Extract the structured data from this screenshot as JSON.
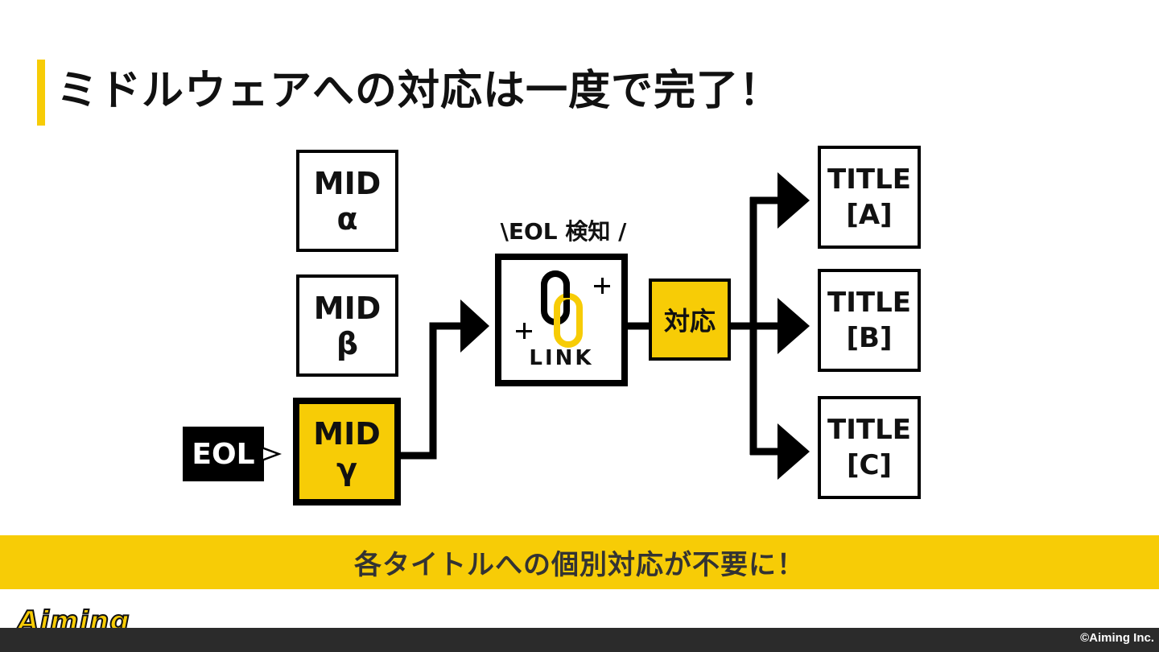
{
  "slide": {
    "title": "ミドルウェアへの対応は一度で完了！",
    "accent_color": "#f7cc06"
  },
  "diagram": {
    "middlewares": [
      {
        "line1": "MID",
        "line2": "α"
      },
      {
        "line1": "MID",
        "line2": "β"
      },
      {
        "line1": "MID",
        "line2": "γ"
      }
    ],
    "eol_tag": "EOL",
    "detect_label": "\\EOL 検知 /",
    "link_label": "LINK",
    "link_icon": "chain-link-icon",
    "taio_label": "対応",
    "titles": [
      {
        "line1": "TITLE",
        "line2": "[A]"
      },
      {
        "line1": "TITLE",
        "line2": "[B]"
      },
      {
        "line1": "TITLE",
        "line2": "[C]"
      }
    ]
  },
  "banner": {
    "text": "各タイトルへの個別対応が不要に！"
  },
  "footer": {
    "logo": "Aiming",
    "copyright": "©Aiming Inc."
  }
}
